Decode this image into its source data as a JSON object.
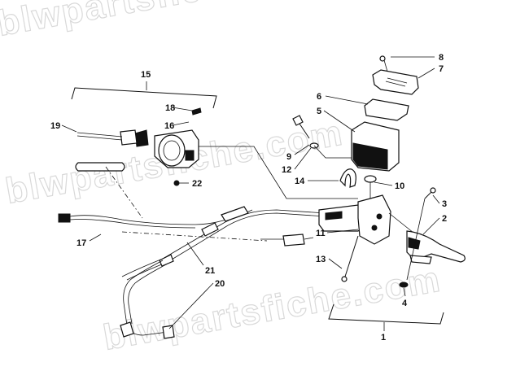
{
  "watermark": {
    "text": "blwpartsfiche.com"
  },
  "callouts": [
    {
      "id": "c1",
      "label": "1"
    },
    {
      "id": "c2",
      "label": "2"
    },
    {
      "id": "c3",
      "label": "3"
    },
    {
      "id": "c4",
      "label": "4"
    },
    {
      "id": "c5",
      "label": "5"
    },
    {
      "id": "c6",
      "label": "6"
    },
    {
      "id": "c7",
      "label": "7"
    },
    {
      "id": "c8",
      "label": "8"
    },
    {
      "id": "c9",
      "label": "9"
    },
    {
      "id": "c10",
      "label": "10"
    },
    {
      "id": "c11",
      "label": "11"
    },
    {
      "id": "c12",
      "label": "12"
    },
    {
      "id": "c13",
      "label": "13"
    },
    {
      "id": "c14",
      "label": "14"
    },
    {
      "id": "c15",
      "label": "15"
    },
    {
      "id": "c16",
      "label": "16"
    },
    {
      "id": "c17",
      "label": "17"
    },
    {
      "id": "c18",
      "label": "18"
    },
    {
      "id": "c19",
      "label": "19"
    },
    {
      "id": "c20",
      "label": "20"
    },
    {
      "id": "c21",
      "label": "21"
    },
    {
      "id": "c22",
      "label": "22"
    }
  ]
}
